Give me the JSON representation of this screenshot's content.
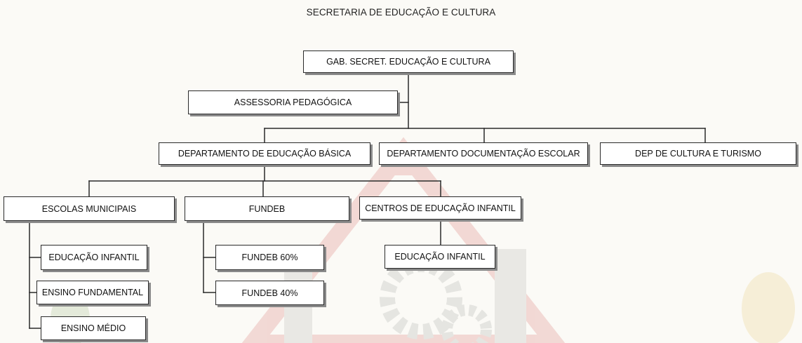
{
  "title": "SECRETARIA DE EDUCAÇÃO E CULTURA",
  "nodes": {
    "gab": "GAB. SECRET. EDUCAÇÃO E CULTURA",
    "assessoria": "ASSESSORIA PEDAGÓGICA",
    "dep_educacao_basica": "DEPARTAMENTO DE EDUCAÇÃO BÁSICA",
    "dep_documentacao": "DEPARTAMENTO DOCUMENTAÇÃO ESCOLAR",
    "dep_cultura": "DEP DE CULTURA E TURISMO",
    "escolas_municipais": "ESCOLAS MUNICIPAIS",
    "fundeb": "FUNDEB",
    "centros_educacao": "CENTROS DE EDUCAÇÃO INFANTIL",
    "educacao_infantil_escolas": "EDUCAÇÃO INFANTIL",
    "ensino_fundamental": "ENSINO FUNDAMENTAL",
    "ensino_medio": "ENSINO MÉDIO",
    "fundeb_60": "FUNDEB 60%",
    "fundeb_40": "FUNDEB 40%",
    "educacao_infantil_centros": "EDUCAÇÃO INFANTIL"
  },
  "colors": {
    "line": "#2a2a2a",
    "box_fill": "#ffffff",
    "shadow": "#8a8a8a",
    "watermark_gray": "#9a9a9a",
    "watermark_red": "#c9302c",
    "watermark_yellow": "#e2b53a"
  }
}
